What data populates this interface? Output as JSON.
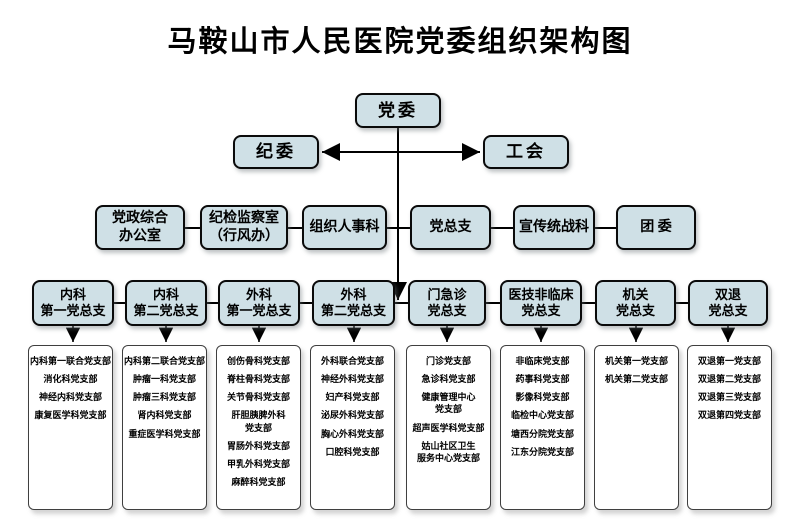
{
  "title": "马鞍山市人民医院党委组织架构图",
  "colors": {
    "boxFill": "#cfe0e6",
    "boxBorder": "#0a0a0a",
    "lineColor": "#000000",
    "listBorder": "#3f3f3f"
  },
  "root": {
    "label": "党委"
  },
  "committees": {
    "discipline": "纪委",
    "union": "工会"
  },
  "departments": [
    {
      "line1": "党政综合",
      "line2": "办公室"
    },
    {
      "line1": "纪检监察室",
      "line2": "（行风办）"
    },
    {
      "line1": "组织人事科",
      "line2": ""
    },
    {
      "line1": "党总支",
      "line2": ""
    },
    {
      "line1": "宣传统战科",
      "line2": ""
    },
    {
      "line1": "团 委",
      "line2": ""
    }
  ],
  "branches": [
    {
      "line1": "内科",
      "line2": "第一党总支",
      "members": [
        "内科第一联合党支部",
        "消化科党支部",
        "神经内科党支部",
        "康复医学科党支部"
      ]
    },
    {
      "line1": "内科",
      "line2": "第二党总支",
      "members": [
        "内科第二联合党支部",
        "肿瘤一科党支部",
        "肿瘤三科党支部",
        "肾内科党支部",
        "重症医学科党支部"
      ]
    },
    {
      "line1": "外科",
      "line2": "第一党总支",
      "members": [
        "创伤骨科党支部",
        "脊柱骨科党支部",
        "关节骨科党支部",
        "肝胆胰脾外科\n党支部",
        "胃肠外科党支部",
        "甲乳外科党支部",
        "麻醉科党支部"
      ]
    },
    {
      "line1": "外科",
      "line2": "第二党总支",
      "members": [
        "外科联合党支部",
        "神经外科党支部",
        "妇产科党支部",
        "泌尿外科党支部",
        "胸心外科党支部",
        "口腔科党支部"
      ]
    },
    {
      "line1": "门急诊",
      "line2": "党总支",
      "members": [
        "门诊党支部",
        "急诊科党支部",
        "健康管理中心\n党支部",
        "超声医学科党支部",
        "姑山社区卫生\n服务中心党支部"
      ]
    },
    {
      "line1": "医技非临床",
      "line2": "党总支",
      "members": [
        "非临床党支部",
        "药事科党支部",
        "影像科党支部",
        "临检中心党支部",
        "塘西分院党支部",
        "江东分院党支部"
      ]
    },
    {
      "line1": "机关",
      "line2": "党总支",
      "members": [
        "机关第一党支部",
        "机关第二党支部"
      ]
    },
    {
      "line1": "双退",
      "line2": "党总支",
      "members": [
        "双退第一党支部",
        "双退第二党支部",
        "双退第三党支部",
        "双退第四党支部"
      ]
    }
  ]
}
